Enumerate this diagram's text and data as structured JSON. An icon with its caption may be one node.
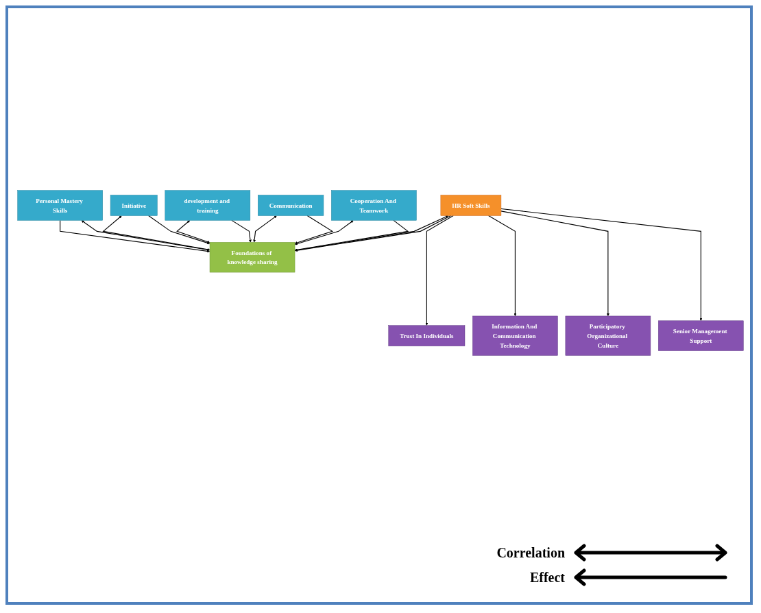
{
  "diagram": {
    "nodes": [
      {
        "text": [
          "HR Soft Skills"
        ]
      },
      {
        "text": [
          "Personal Mastery Skills"
        ]
      },
      {
        "text": [
          "Initiative"
        ]
      },
      {
        "text": [
          "development and training"
        ]
      },
      {
        "text": [
          "Communication"
        ]
      },
      {
        "text": [
          "Cooperation And Teamwork"
        ]
      },
      {
        "text": [
          "Foundations of knowledge sharing"
        ]
      },
      {
        "text": [
          "Trust In Individuals"
        ]
      },
      {
        "text": [
          "Information And Communication Technology"
        ]
      },
      {
        "text": [
          "Participatory Organizational Culture"
        ]
      },
      {
        "text": [
          "Senior Management Support"
        ]
      }
    ],
    "edges": [
      {
        "from": 0,
        "to": 6,
        "arrow": "both"
      },
      {
        "from": 1,
        "to": 6,
        "arrow": "to"
      },
      {
        "from": 1,
        "to": 6,
        "arrow": "both"
      },
      {
        "from": 2,
        "to": 6,
        "arrow": "both"
      },
      {
        "from": 2,
        "to": 6,
        "arrow": "to"
      },
      {
        "from": 3,
        "to": 6,
        "arrow": "both"
      },
      {
        "from": 3,
        "to": 6,
        "arrow": "to"
      },
      {
        "from": 4,
        "to": 6,
        "arrow": "both"
      },
      {
        "from": 4,
        "to": 6,
        "arrow": "to"
      },
      {
        "from": 5,
        "to": 6,
        "arrow": "both"
      },
      {
        "from": 5,
        "to": 6,
        "arrow": "to"
      },
      {
        "from": 0,
        "to": 6,
        "arrow": "to"
      },
      {
        "from": 0,
        "to": 7,
        "arrow": "to"
      },
      {
        "from": 0,
        "to": 8,
        "arrow": "to"
      },
      {
        "from": 0,
        "to": 9,
        "arrow": "to"
      },
      {
        "from": 0,
        "to": 10,
        "arrow": "to"
      }
    ],
    "legend": [
      {
        "text": "Correlation"
      },
      {
        "text": "Effect"
      }
    ]
  }
}
